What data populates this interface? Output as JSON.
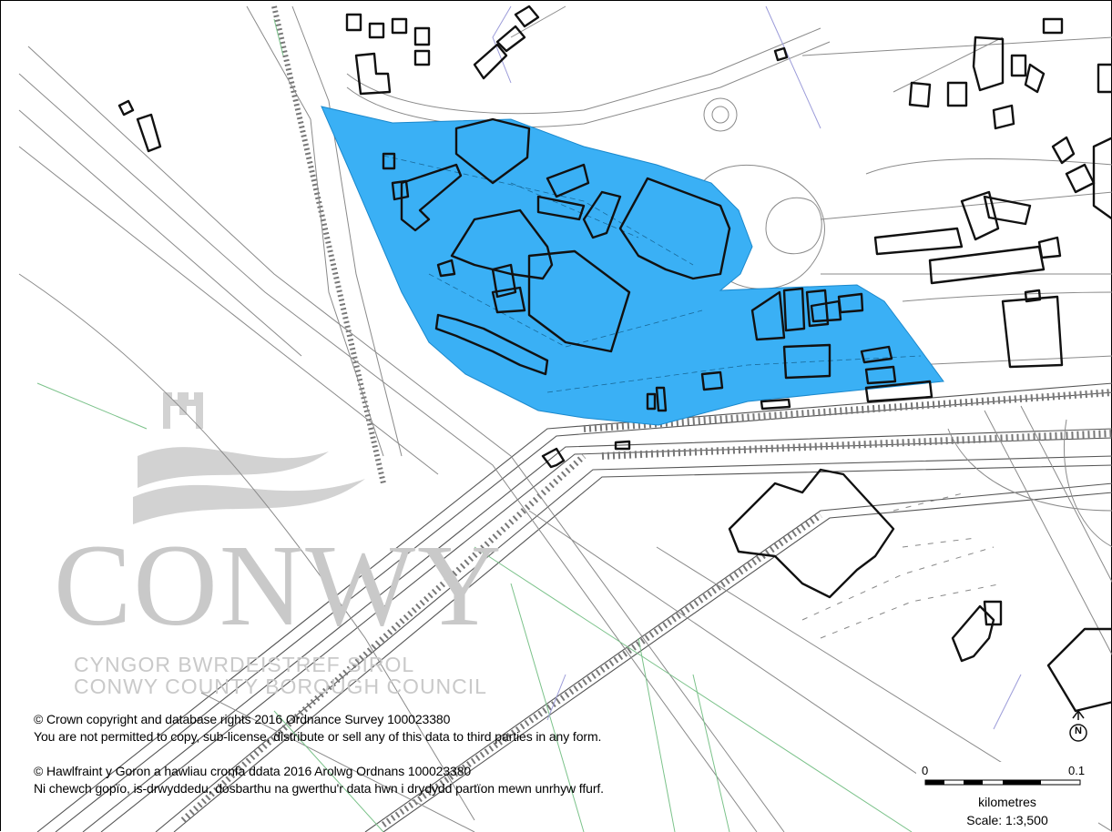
{
  "map": {
    "colors": {
      "site": "#3ab0f5",
      "site_stroke": "#1a88cc",
      "building": "#111111",
      "road": "#8a8a8a",
      "field": "#7bc28a",
      "water": "#9b9bd9",
      "watermark": "#c9c9c9"
    },
    "watermark": {
      "name": "CONWY",
      "line1": "CYNGOR BWRDEISTREF SIROL",
      "line2": "CONWY COUNTY BOROUGH COUNCIL"
    },
    "copyright": {
      "en_line1": "© Crown copyright and database rights 2016 Ordnance Survey 100023380",
      "en_line2": "You are not permitted to copy, sub-license, distribute or sell any of this data to third parties in any form.",
      "cy_line1": "© Hawlfraint y Goron a hawliau cronfa ddata 2016 Arolwg Ordnans 100023380",
      "cy_line2": "Ni chewch gopïo, is-drwyddedu, dosbarthu na gwerthu'r data hwn i drydydd partïon mewn unrhyw ffurf."
    },
    "north_arrow": {
      "label": "N",
      "icon": "north-arrow-icon"
    },
    "scale": {
      "start": "0",
      "end": "0.1",
      "unit": "kilometres",
      "ratio": "Scale: 1:3,500"
    }
  }
}
